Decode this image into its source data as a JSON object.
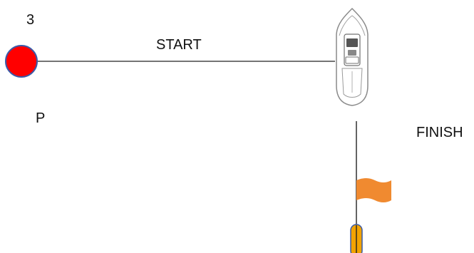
{
  "labels": {
    "mark_number": "3",
    "start": "START",
    "port": "P",
    "finish": "FINISH"
  },
  "colors": {
    "mark": "#ff0000",
    "mark_outline": "#3a5aa8",
    "line": "#222222",
    "boat_outline": "#8a8a8a",
    "flag": "#f08a30",
    "buoy": "#f2a300"
  },
  "icons": {
    "mark": "red-buoy-icon",
    "committee_boat": "motor-boat-icon",
    "flag": "orange-flag-icon",
    "pin": "orange-buoy-icon"
  }
}
